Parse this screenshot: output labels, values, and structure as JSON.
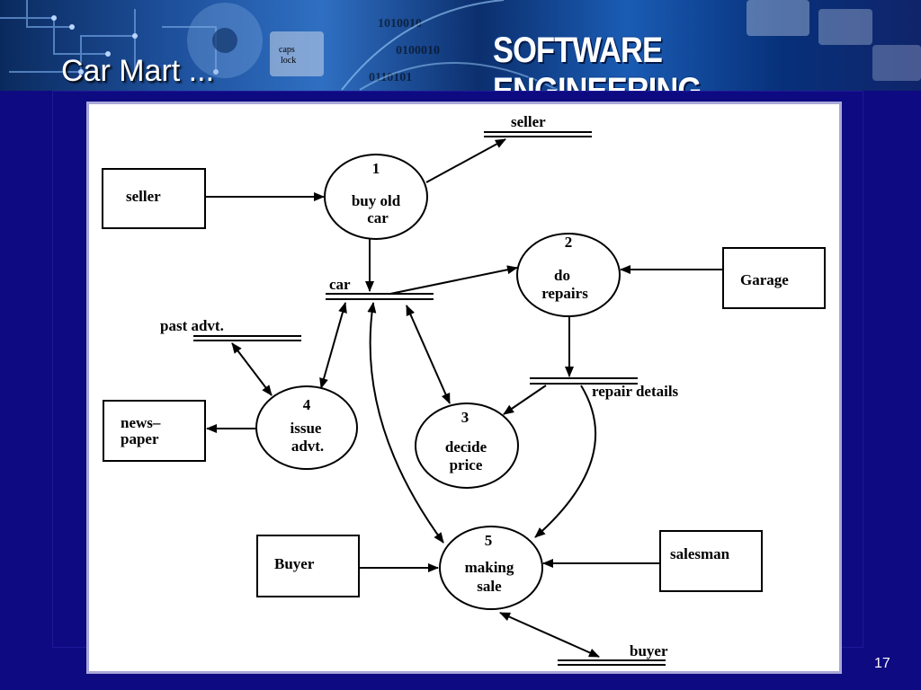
{
  "header": {
    "banner_title": "SOFTWARE ENGINEERING",
    "slide_title": "Car Mart ..."
  },
  "footer": {
    "page_number": "17"
  },
  "colors": {
    "background": "#0e0a82",
    "banner_text": "#ffffff"
  },
  "diagram": {
    "externals": {
      "seller": "seller",
      "garage": "Garage",
      "newspaper_line1": "news–",
      "newspaper_line2": "paper",
      "buyer": "Buyer",
      "salesman": "salesman"
    },
    "processes": {
      "p1": {
        "num": "1",
        "line1": "buy old",
        "line2": "car"
      },
      "p2": {
        "num": "2",
        "line1": "do",
        "line2": "repairs"
      },
      "p3": {
        "num": "3",
        "line1": "decide",
        "line2": "price"
      },
      "p4": {
        "num": "4",
        "line1": "issue",
        "line2": "advt."
      },
      "p5": {
        "num": "5",
        "line1": "making",
        "line2": "sale"
      }
    },
    "stores": {
      "seller_store": "seller",
      "car": "car",
      "past_advt": "past advt.",
      "repair_details": "repair details",
      "buyer_store": "buyer"
    }
  }
}
